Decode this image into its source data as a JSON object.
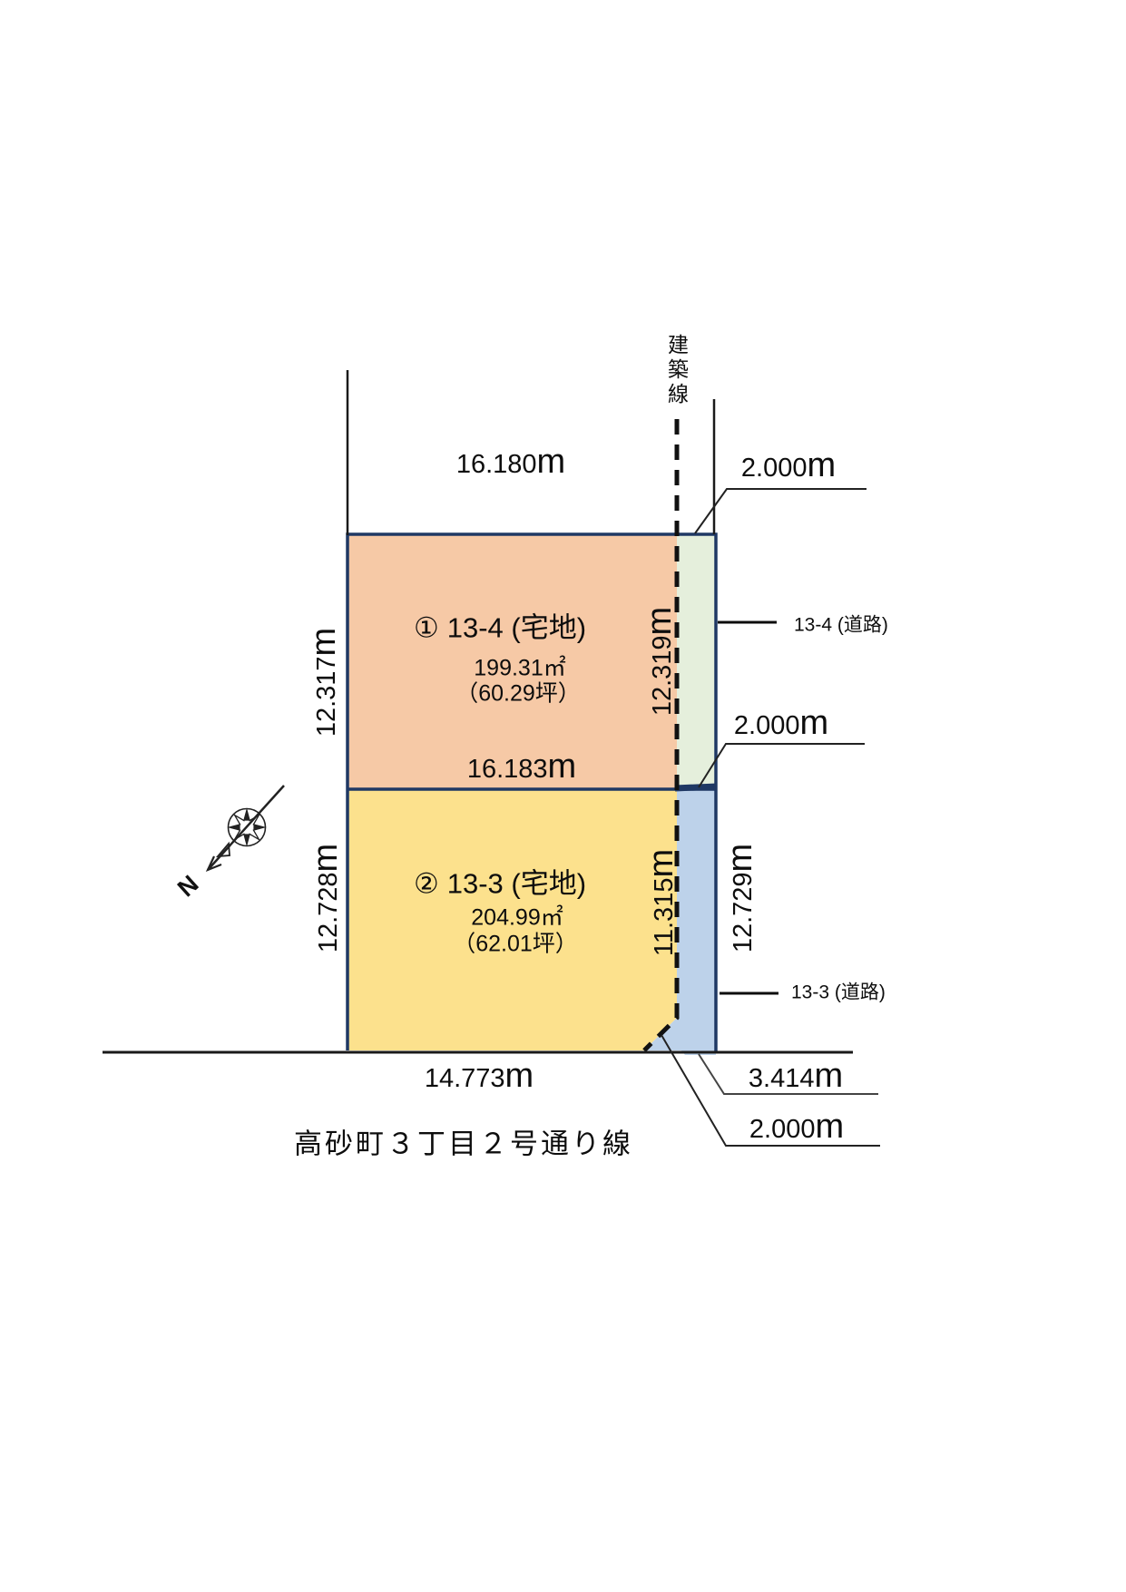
{
  "labels": {
    "building_line": "建築線",
    "road_name": "高砂町３丁目２号通り線",
    "north": "N"
  },
  "parcels": [
    {
      "number": "①",
      "name": "13-4 (宅地)",
      "area_m2": "199.31㎡",
      "area_tsubo": "（60.29坪）",
      "fill": "#F6C9A6"
    },
    {
      "number": "②",
      "name": "13-3 (宅地)",
      "area_m2": "204.99㎡",
      "area_tsubo": "（62.01坪）",
      "fill": "#FCE18D"
    }
  ],
  "road_strips": [
    {
      "label": "13-4 (道路)",
      "fill": "#E5EFDC"
    },
    {
      "label": "13-3 (道路)",
      "fill": "#BDD2EA"
    }
  ],
  "dimensions": {
    "top_width": {
      "value": "16.180",
      "unit": "m"
    },
    "mid_width": {
      "value": "16.183",
      "unit": "m"
    },
    "bottom_width": {
      "value": "14.773",
      "unit": "m"
    },
    "left_upper": {
      "value": "12.317",
      "unit": "m"
    },
    "left_lower": {
      "value": "12.728",
      "unit": "m"
    },
    "inner_upper": {
      "value": "12.319",
      "unit": "m"
    },
    "inner_lower": {
      "value": "11.315",
      "unit": "m"
    },
    "right_lower": {
      "value": "12.729",
      "unit": "m"
    },
    "setback_top": {
      "value": "2.000",
      "unit": "m"
    },
    "setback_mid": {
      "value": "2.000",
      "unit": "m"
    },
    "chamfer": {
      "value": "3.414",
      "unit": "m"
    },
    "setback_bottom": {
      "value": "2.000",
      "unit": "m"
    }
  },
  "colors": {
    "outline_navy": "#1F3864",
    "line_black": "#1a1a1a",
    "dash_black": "#111111"
  }
}
